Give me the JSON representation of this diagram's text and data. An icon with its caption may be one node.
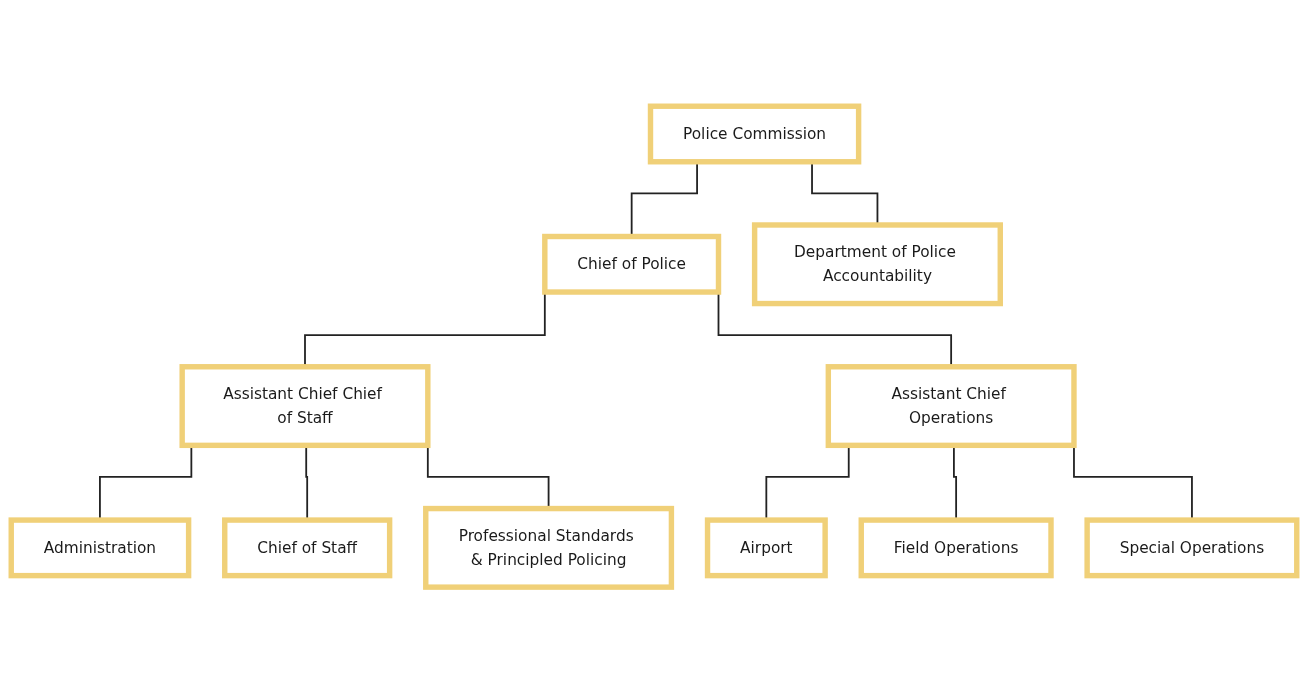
{
  "diagram": {
    "nodes": [
      {
        "text": [
          "Police Commission"
        ]
      },
      {
        "text": [
          "Chief of Police"
        ]
      },
      {
        "text": [
          "Department of Police Accountability"
        ]
      },
      {
        "text": [
          "Assistant Chief Chief of Staff"
        ]
      },
      {
        "text": [
          "Assistant Chief Operations"
        ]
      },
      {
        "text": [
          "Administration"
        ]
      },
      {
        "text": [
          "Chief of Staff"
        ]
      },
      {
        "text": [
          "Professional Standards & Principled Policing"
        ]
      },
      {
        "text": [
          "Airport"
        ]
      },
      {
        "text": [
          "Field Operations"
        ]
      },
      {
        "text": [
          "Special Operations"
        ]
      }
    ],
    "edges": [
      {
        "from": 0,
        "to": 1,
        "arrow": "none"
      },
      {
        "from": 0,
        "to": 2,
        "arrow": "none"
      },
      {
        "from": 1,
        "to": 3,
        "arrow": "none"
      },
      {
        "from": 1,
        "to": 4,
        "arrow": "none"
      },
      {
        "from": 3,
        "to": 5,
        "arrow": "none"
      },
      {
        "from": 3,
        "to": 6,
        "arrow": "none"
      },
      {
        "from": 3,
        "to": 7,
        "arrow": "none"
      },
      {
        "from": 4,
        "to": 8,
        "arrow": "none"
      },
      {
        "from": 4,
        "to": 9,
        "arrow": "none"
      },
      {
        "from": 4,
        "to": 10,
        "arrow": "none"
      }
    ]
  }
}
